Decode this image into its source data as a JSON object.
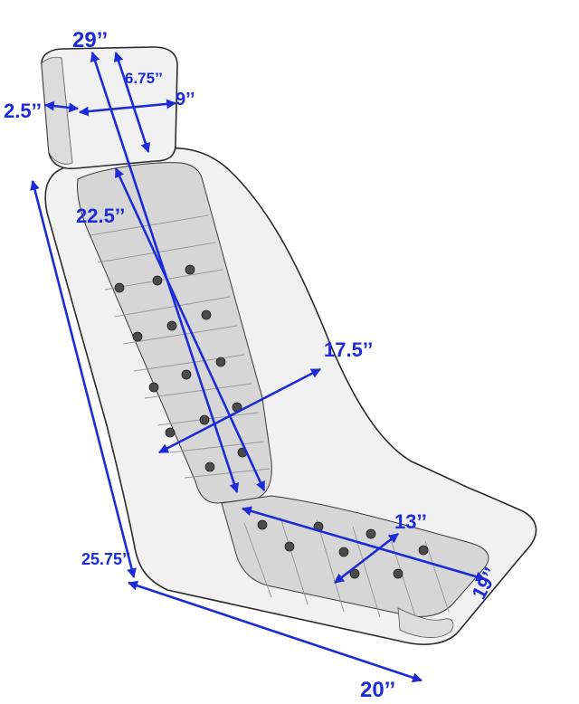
{
  "colors": {
    "dimension": "#1c2bd6",
    "outline": "#2b2b2b",
    "seat_fill": "#f1f1f1"
  },
  "dimensions": {
    "headrest_total_height": "29’’",
    "headrest_height": "6.75’’",
    "headrest_depth": "2.5’’",
    "headrest_width": "9’’",
    "backrest_length": "22.5’’",
    "shoulder_width": "17.5’’",
    "cushion_width": "13’’",
    "cushion_length": "19’’",
    "seat_height": "25.75’’",
    "seat_base_length": "20’’"
  }
}
